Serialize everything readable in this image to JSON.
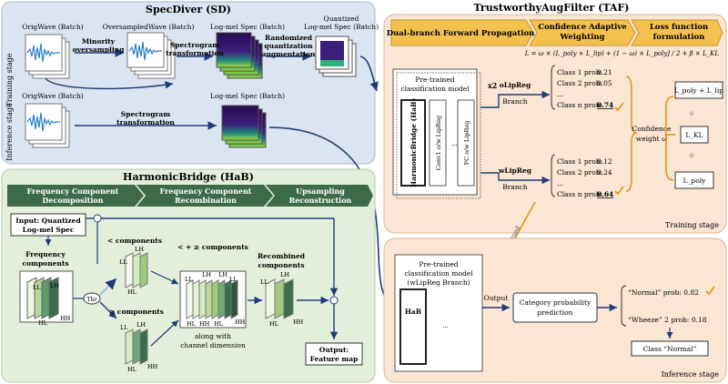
{
  "sd": {
    "title": "SpecDiver (SD)",
    "training_stage": "Training stage",
    "inference_stage": "Inference stage",
    "orig_wave": "OrigWave (Batch)",
    "oversampled_wave": "OversampledWave (Batch)",
    "logmel_spec": "Log-mel Spec (Batch)",
    "quantized_l1": "Quantized",
    "quantized_l2": "Log-mel Spec (Batch)",
    "minority_l1": "Minority",
    "minority_l2": "oversampling",
    "spec_transform_l1": "Spectrogram",
    "spec_transform_l2": "transformation",
    "randomized_l1": "Randomized",
    "randomized_l2": "quantization",
    "randomized_l3": "augmentation",
    "inf_orig_wave": "OrigWave (Batch)",
    "inf_logmel_spec": "Log-mel Spec (Batch)",
    "inf_spec_transform_l1": "Spectrogram",
    "inf_spec_transform_l2": "transformation"
  },
  "hab": {
    "title": "HarmonicBridge (HaB)",
    "steps": [
      {
        "l1": "Frequency Component",
        "l2": "Decomposition"
      },
      {
        "l1": "Frequency Component",
        "l2": "Recombination"
      },
      {
        "l1": "Upsampling",
        "l2": "Reconstruction"
      }
    ],
    "input_l1": "Input: Quantized",
    "input_l2": "Log-mel Spec",
    "freq_comp_l1": "Frequency",
    "freq_comp_l2": "components",
    "lt_components": "< components",
    "ge_components": "≥ components",
    "both_components": "< + ≥ components",
    "recombined_l1": "Recombined",
    "recombined_l2": "components",
    "thr": "Thr",
    "along_l1": "along with",
    "along_l2": "channel dimension",
    "output_l1": "Output:",
    "output_l2": "Feature map",
    "LL": "LL",
    "LH": "LH",
    "HL": "HL",
    "HH": "HH"
  },
  "taf": {
    "title": "TrustworthyAugFilter (TAF)",
    "headers": [
      "Dual-branch Forward Propagation",
      "Confidence Adaptive Weighting",
      "Loss function formulation"
    ],
    "formula": "L = ω × (L_poly + L_lip) + (1 − ω) × L_poly] / 2 + β × L_KL",
    "pretrained_l1": "Pre-trained",
    "pretrained_l2": "classification model",
    "x2": "x2",
    "hab_vertical": "HarmonicBridge (HaB)",
    "conv1": "Conv1 o/w LipReg",
    "fc": "FC o/w LipReg",
    "dots": "...",
    "olipreg_l1": "oLipReg",
    "olipreg_l2": "Branch",
    "wlipreg_l1": "wLipReg",
    "wlipreg_l2": "Branch",
    "o_probs": [
      {
        "label": "Class 1 prob:",
        "value": "0.21"
      },
      {
        "label": "Class 2 prob:",
        "value": "0.05"
      },
      {
        "label": "...",
        "value": ""
      },
      {
        "label": "Class n prob:",
        "value": "0.74"
      }
    ],
    "w_probs": [
      {
        "label": "Class 1 prob:",
        "value": "0.12"
      },
      {
        "label": "Class 2 prob:",
        "value": "0.24"
      },
      {
        "label": "...",
        "value": ""
      },
      {
        "label": "Class n prob:",
        "value": "0.64"
      }
    ],
    "confidence_l1": "Confidence",
    "confidence_l2": "weight ω",
    "loss_polylip": "L_poly + L_lip",
    "loss_kl": "L_KL",
    "loss_poly": "L_poly",
    "training_stage": "Training stage",
    "trained": "Trained",
    "inf_pretrained_l1": "Pre-trained",
    "inf_pretrained_l2": "classification model",
    "inf_pretrained_l3": "(wLipReg Branch)",
    "hab_short": "HaB",
    "output": "Output",
    "category_l1": "Category probability",
    "category_l2": "prediction",
    "normal_prob": "“Normal” prob: 0.82",
    "wheeze_prob": "“Wheeze” 2 prob: 0.18",
    "class_normal": "Class “Normal”",
    "inference_stage": "Inference stage"
  },
  "colors": {
    "sd_bg": "#dbe4f1",
    "hab_bg": "#e4efdb",
    "taf_bg": "#fbe5d3",
    "arrow_blue": "#1f3c7a",
    "header_gold": "#f5c14e",
    "hab_header": "#3d6b4a",
    "check_orange": "#e6950f"
  }
}
